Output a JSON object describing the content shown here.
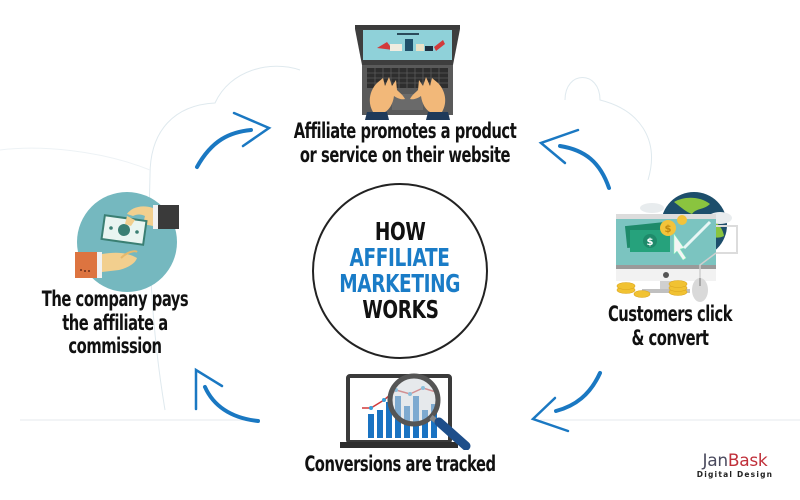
{
  "title": {
    "line1": "HOW",
    "line2": "AFFILIATE",
    "line3": "MARKETING",
    "line4": "WORKS"
  },
  "steps": [
    {
      "id": "promote",
      "icon": "laptop-typing-icon",
      "lines": [
        "Affiliate promotes a product",
        "or service on their website"
      ]
    },
    {
      "id": "convert",
      "icon": "monitor-money-globe-icon",
      "lines": [
        "Customers click",
        "& convert"
      ]
    },
    {
      "id": "track",
      "icon": "laptop-analytics-magnifier-icon",
      "lines": [
        "Conversions are tracked"
      ]
    },
    {
      "id": "pay",
      "icon": "hands-money-exchange-icon",
      "lines": [
        "The company pays",
        "the affiliate a",
        "commission"
      ]
    }
  ],
  "logo": {
    "part1": "Jan",
    "part2": "Bask",
    "subtitle": "Digital Design"
  },
  "colors": {
    "accent_blue": "#1a7cc7",
    "title_black": "#111111",
    "logo_gray": "#4a4a5e",
    "logo_red": "#c0303a",
    "teal_circle": "#75b8bf",
    "arrow_blue": "#1a78c2"
  }
}
